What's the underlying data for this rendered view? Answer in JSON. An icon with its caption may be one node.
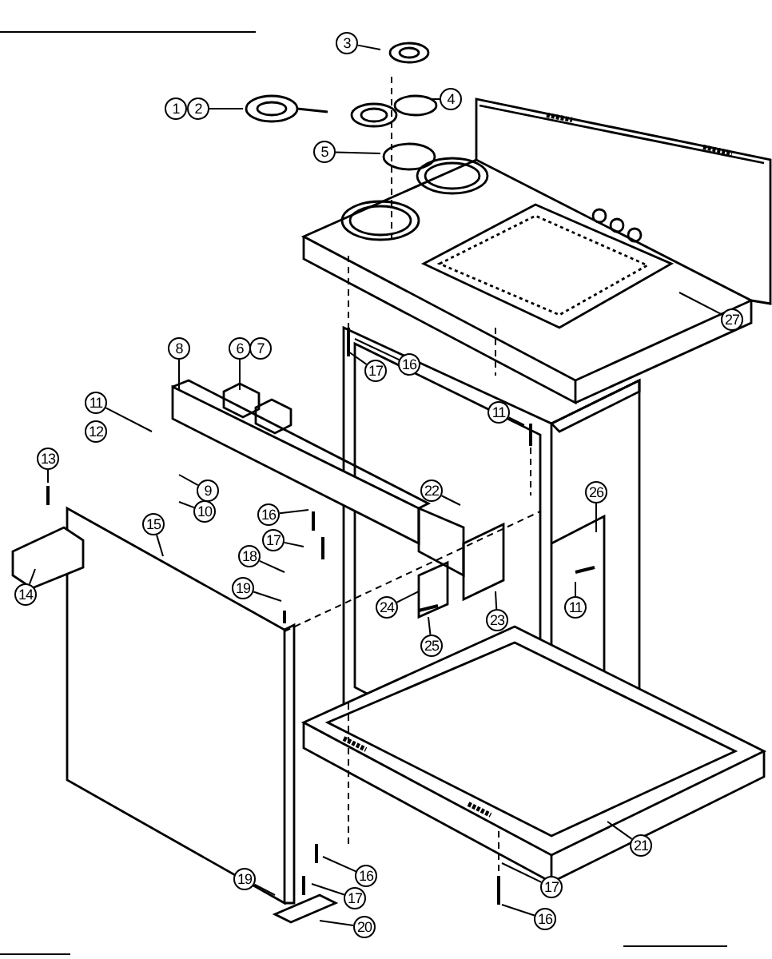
{
  "diagram": {
    "nodes": [
      {
        "text": [
          "3"
        ]
      },
      {
        "text": [
          "1"
        ]
      },
      {
        "text": [
          "2"
        ]
      },
      {
        "text": [
          "4"
        ]
      },
      {
        "text": [
          "5"
        ]
      },
      {
        "text": [
          "27"
        ]
      },
      {
        "text": [
          "17"
        ]
      },
      {
        "text": [
          "16"
        ]
      },
      {
        "text": [
          "8"
        ]
      },
      {
        "text": [
          "6"
        ]
      },
      {
        "text": [
          "7"
        ]
      },
      {
        "text": [
          "11"
        ]
      },
      {
        "text": [
          "11"
        ]
      },
      {
        "text": [
          "12"
        ]
      },
      {
        "text": [
          "13"
        ]
      },
      {
        "text": [
          "22"
        ]
      },
      {
        "text": [
          "26"
        ]
      },
      {
        "text": [
          "9"
        ]
      },
      {
        "text": [
          "10"
        ]
      },
      {
        "text": [
          "15"
        ]
      },
      {
        "text": [
          "16"
        ]
      },
      {
        "text": [
          "17"
        ]
      },
      {
        "text": [
          "18"
        ]
      },
      {
        "text": [
          "14"
        ]
      },
      {
        "text": [
          "19"
        ]
      },
      {
        "text": [
          "24"
        ]
      },
      {
        "text": [
          "11"
        ]
      },
      {
        "text": [
          "23"
        ]
      },
      {
        "text": [
          "25"
        ]
      },
      {
        "text": [
          "21"
        ]
      },
      {
        "text": [
          "19"
        ]
      },
      {
        "text": [
          "16"
        ]
      },
      {
        "text": [
          "17"
        ]
      },
      {
        "text": [
          "17"
        ]
      },
      {
        "text": [
          "16"
        ]
      },
      {
        "text": [
          "20"
        ]
      }
    ],
    "edges": [
      {
        "from": 0,
        "to": null,
        "arrow": "none"
      },
      {
        "from": 2,
        "to": null,
        "arrow": "none"
      },
      {
        "from": 3,
        "to": null,
        "arrow": "none"
      },
      {
        "from": 4,
        "to": null,
        "arrow": "none"
      },
      {
        "from": 5,
        "to": null,
        "arrow": "none"
      },
      {
        "from": 6,
        "to": null,
        "arrow": "none"
      },
      {
        "from": 7,
        "to": null,
        "arrow": "none"
      },
      {
        "from": 8,
        "to": null,
        "arrow": "none"
      },
      {
        "from": 9,
        "to": null,
        "arrow": "none"
      },
      {
        "from": 11,
        "to": null,
        "arrow": "none"
      },
      {
        "from": 12,
        "to": null,
        "arrow": "none"
      },
      {
        "from": 14,
        "to": null,
        "arrow": "none"
      },
      {
        "from": 15,
        "to": null,
        "arrow": "none"
      },
      {
        "from": 16,
        "to": null,
        "arrow": "none"
      },
      {
        "from": 17,
        "to": null,
        "arrow": "none"
      },
      {
        "from": 18,
        "to": null,
        "arrow": "none"
      },
      {
        "from": 19,
        "to": null,
        "arrow": "none"
      },
      {
        "from": 20,
        "to": null,
        "arrow": "none"
      },
      {
        "from": 21,
        "to": null,
        "arrow": "none"
      },
      {
        "from": 22,
        "to": null,
        "arrow": "none"
      },
      {
        "from": 23,
        "to": null,
        "arrow": "none"
      },
      {
        "from": 24,
        "to": null,
        "arrow": "none"
      },
      {
        "from": 25,
        "to": null,
        "arrow": "none"
      },
      {
        "from": 26,
        "to": null,
        "arrow": "none"
      },
      {
        "from": 27,
        "to": null,
        "arrow": "none"
      },
      {
        "from": 28,
        "to": null,
        "arrow": "none"
      },
      {
        "from": 29,
        "to": null,
        "arrow": "none"
      },
      {
        "from": 30,
        "to": null,
        "arrow": "none"
      },
      {
        "from": 31,
        "to": null,
        "arrow": "none"
      },
      {
        "from": 32,
        "to": null,
        "arrow": "none"
      },
      {
        "from": 33,
        "to": null,
        "arrow": "none"
      },
      {
        "from": 34,
        "to": null,
        "arrow": "none"
      },
      {
        "from": 35,
        "to": null,
        "arrow": "none"
      }
    ]
  }
}
